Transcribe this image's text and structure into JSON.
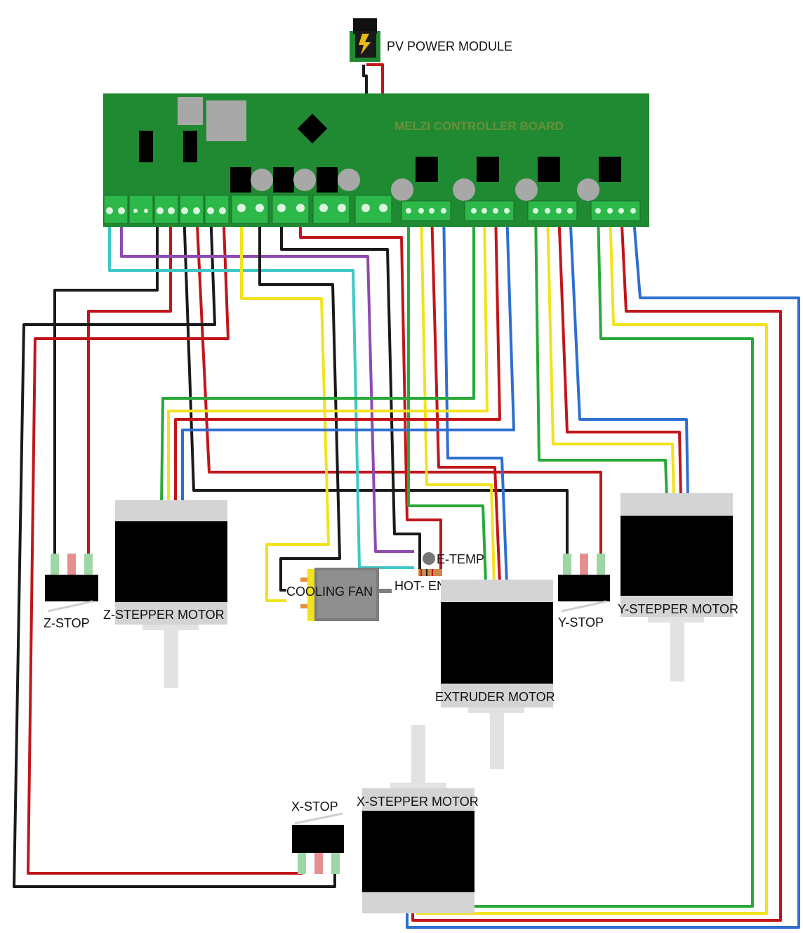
{
  "labels": {
    "power_module": "PV POWER MODULE",
    "board": "MELZI CONTROLLER BOARD",
    "z_stepper": "Z-STEPPER MOTOR",
    "y_stepper": "Y-STEPPER MOTOR",
    "x_stepper": "X-STEPPER MOTOR",
    "extruder": "EXTRUDER MOTOR",
    "z_stop": "Z-STOP",
    "y_stop": "Y-STOP",
    "x_stop": "X-STOP",
    "cooling_fan": "COOLING FAN",
    "hot_end": "HOT- END",
    "e_temp": "E-TEMP"
  },
  "colors": {
    "board": "#1f8a32",
    "terminal": "#2db84a",
    "wire_black": "#1a1a1a",
    "wire_red": "#c0161b",
    "wire_green": "#2aa83a",
    "wire_yellow": "#f2e21e",
    "wire_blue": "#2e6fd0",
    "wire_purple": "#8e4bb0",
    "wire_cyan": "#3fc7c8",
    "motor_body": "#000000",
    "motor_cap": "#d4d4d4",
    "motor_shaft": "#e2e2e2",
    "chip_grey": "#a8a8a8"
  },
  "icons": {
    "power_jack": "dc-barrel-jack-icon",
    "lightning": "lightning-bolt-icon",
    "fan": "cooling-fan-icon",
    "thermistor": "thermistor-icon"
  }
}
